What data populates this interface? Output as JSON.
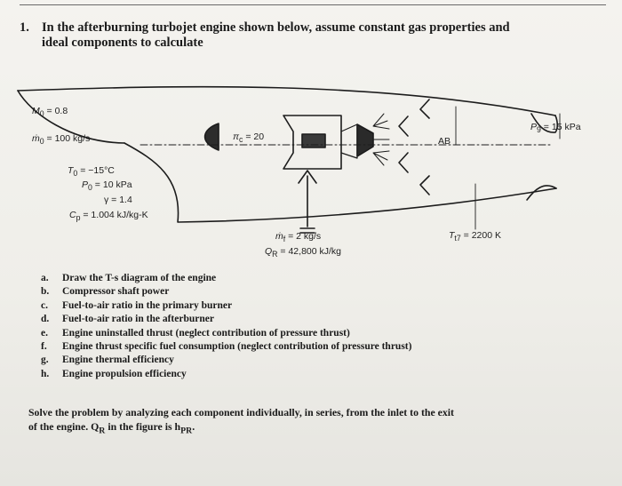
{
  "question": {
    "number": "1.",
    "text_line1": "In the afterburning turbojet engine shown below, assume constant gas properties and",
    "text_line2": "ideal components to calculate"
  },
  "diagram": {
    "m0": "M",
    "m0_sub": "0",
    "m0_val": " = 0.8",
    "mdot": "ṁ",
    "mdot_sub": "0",
    "mdot_val": " = 100 kg/s",
    "pic": "π",
    "pic_sub": "c",
    "pic_val": " = 20",
    "ab": "AB",
    "p9": "P",
    "p9_sub": "9",
    "p9_val": " = 15 kPa",
    "t0": "T",
    "t0_sub": "0",
    "t0_val": " = −15°C",
    "p0": "P",
    "p0_sub": "0",
    "p0_val": " = 10 kPa",
    "gamma": "γ = 1.4",
    "cp": "C",
    "cp_sub": "p",
    "cp_val": " = 1.004 kJ/kg-K",
    "mf": "ṁ",
    "mf_sub": "f",
    "mf_val": " = 2 kg/s",
    "qr": "Q",
    "qr_sub": "R",
    "qr_val": " = 42,800 kJ/kg",
    "tt7": "T",
    "tt7_sub": "t7",
    "tt7_val": " = 2200 K"
  },
  "parts": [
    {
      "marker": "a.",
      "text": "Draw the T-s diagram of the engine"
    },
    {
      "marker": "b.",
      "text": "Compressor shaft power"
    },
    {
      "marker": "c.",
      "text": "Fuel-to-air ratio in the primary burner"
    },
    {
      "marker": "d.",
      "text": "Fuel-to-air ratio in the afterburner"
    },
    {
      "marker": "e.",
      "text": "Engine uninstalled thrust (neglect contribution of pressure thrust)"
    },
    {
      "marker": "f.",
      "text": "Engine thrust specific fuel consumption (neglect contribution of pressure thrust)"
    },
    {
      "marker": "g.",
      "text": "Engine thermal efficiency"
    },
    {
      "marker": "h.",
      "text": "Engine propulsion efficiency"
    }
  ],
  "closing": {
    "line1": "Solve the problem by analyzing each component individually, in series, from the inlet to the exit",
    "line2_a": "of the engine. Q",
    "line2_sub": "R",
    "line2_b": " in the figure is h",
    "line2_sub2": "PR",
    "line2_c": "."
  }
}
